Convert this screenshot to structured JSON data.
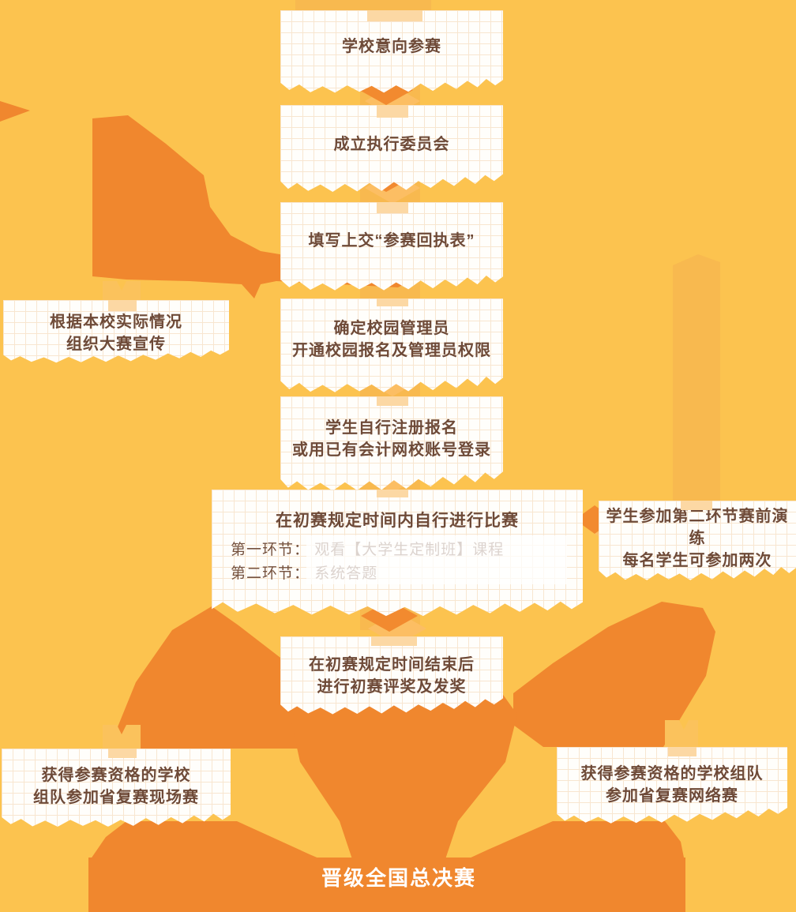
{
  "palette": {
    "background": "#fcc34f",
    "blob_orange": "#f0872e",
    "diamond_dark": "#f28a2f",
    "diamond_light": "#fcbe63",
    "ribbon": "#f8b94f",
    "ribbon_tab": "#fbc25c",
    "paper_tab": "#fcd8a4",
    "box_background": "#fffefb",
    "grid_line": "#f8e6d0",
    "text_brown": "#6e4a38",
    "final_text": "#ffffff"
  },
  "flowchart": {
    "step1": {
      "label": "学校意向参赛"
    },
    "step2": {
      "label": "成立执行委员会"
    },
    "step3": {
      "label": "填写上交“参赛回执表”"
    },
    "side_left": {
      "lines": [
        "根据本校实际情况",
        "组织大赛宣传"
      ]
    },
    "step4": {
      "lines": [
        "确定校园管理员",
        "开通校园报名及管理员权限"
      ]
    },
    "step5": {
      "lines": [
        "学生自行注册报名",
        "或用已有会计网校账号登录"
      ]
    },
    "step6": {
      "title": "在初赛规定时间内自行进行比赛",
      "details": [
        "第一环节： 观看【大学生定制班】课程",
        "第二环节： 系统答题"
      ]
    },
    "side_right": {
      "lines": [
        "学生参加第二环节赛前演练",
        "每名学生可参加两次"
      ]
    },
    "step7": {
      "lines": [
        "在初赛规定时间结束后",
        "进行初赛评奖及发奖"
      ]
    },
    "branch_left": {
      "lines": [
        "获得参赛资格的学校",
        "组队参加省复赛现场赛"
      ]
    },
    "branch_right": {
      "lines": [
        "获得参赛资格的学校组队",
        "参加省复赛网络赛"
      ]
    },
    "final": {
      "label": "晋级全国总决赛"
    }
  }
}
